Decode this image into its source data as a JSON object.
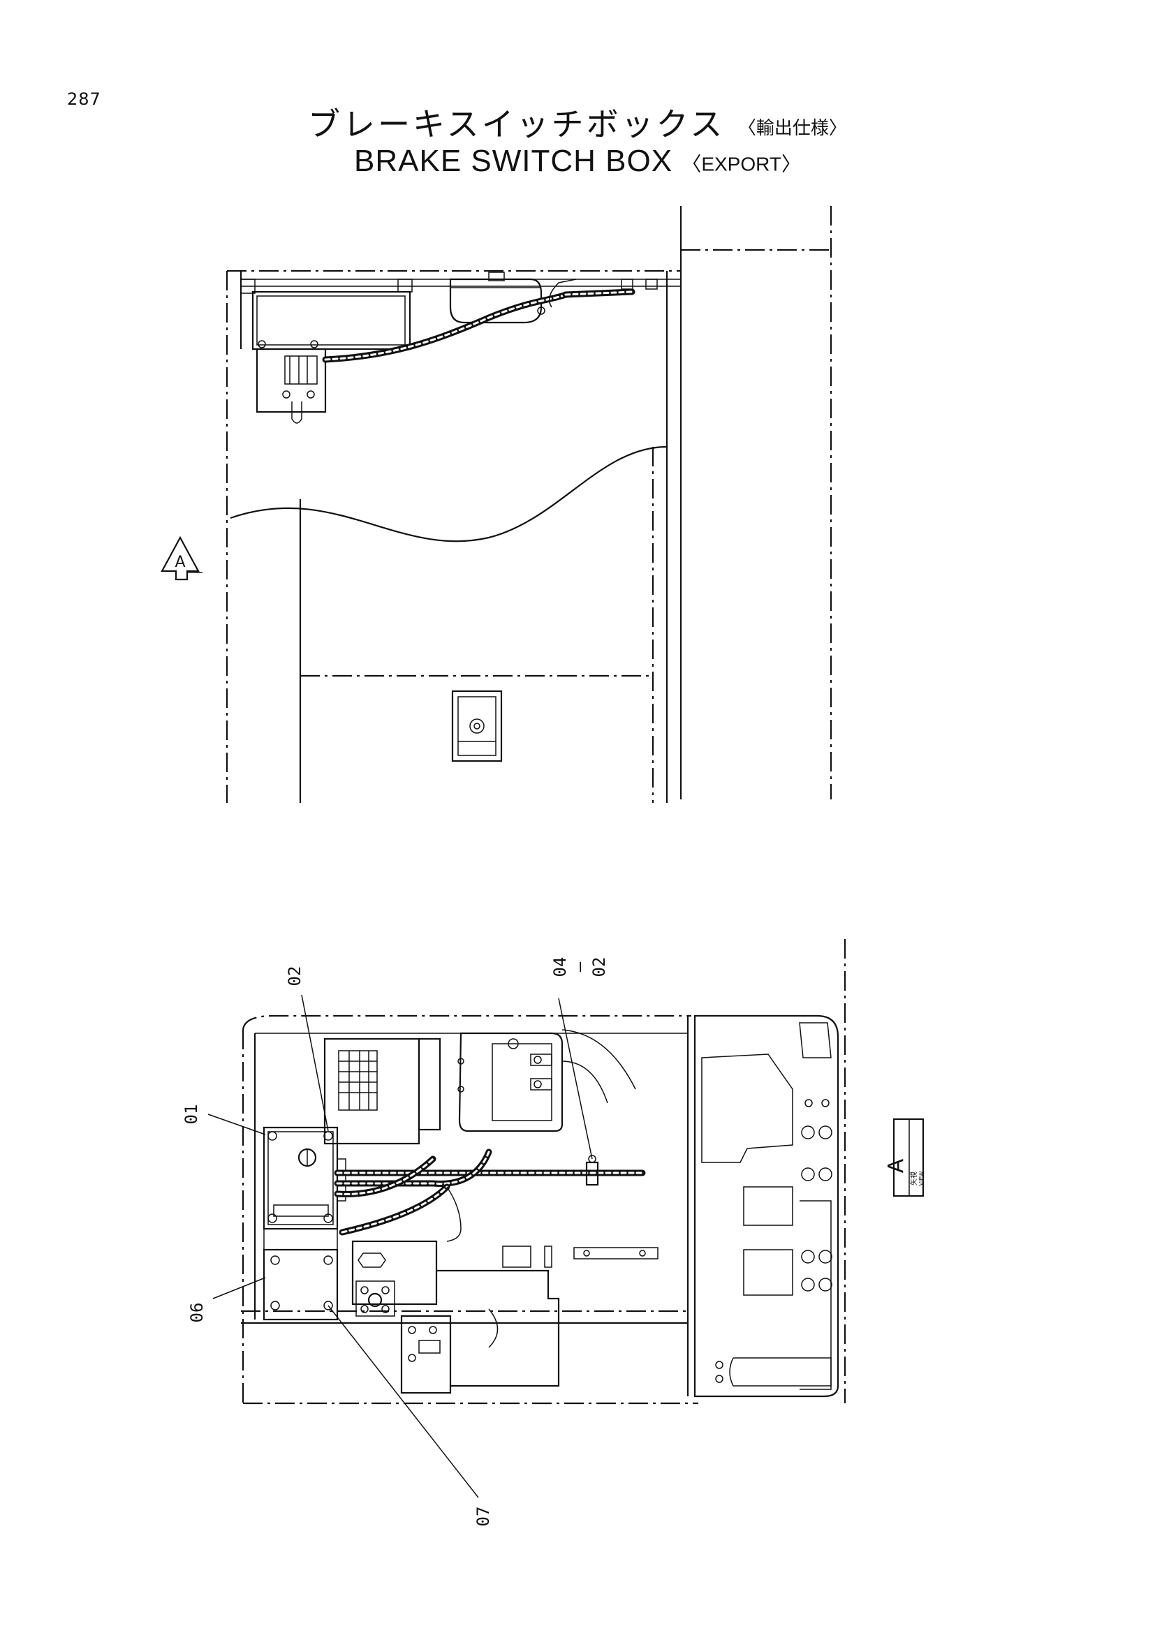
{
  "page": {
    "number": "287",
    "title_jp": "ブレーキスイッチボックス",
    "title_jp_qualifier": "〈輸出仕様〉",
    "title_en": "BRAKE SWITCH BOX",
    "title_en_qualifier": "〈EXPORT〉"
  },
  "views": {
    "arrow_marker": "A",
    "view_badge_letter": "A",
    "view_badge_sub_jp": "矢視",
    "view_badge_sub_en": "VIEW"
  },
  "callouts": [
    {
      "id": "01",
      "text": "01"
    },
    {
      "id": "02",
      "text": "02"
    },
    {
      "id": "04",
      "text": "04"
    },
    {
      "id": "04-range-dash",
      "text": "—"
    },
    {
      "id": "04-range-end",
      "text": "02"
    },
    {
      "id": "06",
      "text": "06"
    },
    {
      "id": "07",
      "text": "07"
    }
  ],
  "colors": {
    "ink": "#111111",
    "paper": "#ffffff"
  }
}
